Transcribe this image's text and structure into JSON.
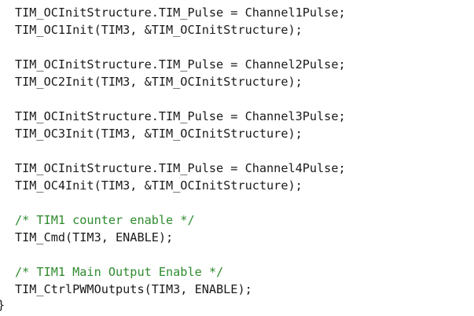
{
  "editor": {
    "lines": [
      {
        "text": "TIM_OCInitStructure.TIM_Pulse = Channel1Pulse;",
        "kind": "code"
      },
      {
        "text": "TIM_OC1Init(TIM3, &TIM_OCInitStructure);",
        "kind": "code"
      },
      {
        "text": "TIM_OCInitStructure.TIM_Pulse = Channel2Pulse;",
        "kind": "code"
      },
      {
        "text": "TIM_OC2Init(TIM3, &TIM_OCInitStructure);",
        "kind": "code"
      },
      {
        "text": "TIM_OCInitStructure.TIM_Pulse = Channel3Pulse;",
        "kind": "code"
      },
      {
        "text": "TIM_OC3Init(TIM3, &TIM_OCInitStructure);",
        "kind": "code"
      },
      {
        "text": "TIM_OCInitStructure.TIM_Pulse = Channel4Pulse;",
        "kind": "code"
      },
      {
        "text": "TIM_OC4Init(TIM3, &TIM_OCInitStructure);",
        "kind": "code"
      },
      {
        "text": "/* TIM1 counter enable */",
        "kind": "comment"
      },
      {
        "text": "TIM_Cmd(TIM3, ENABLE);",
        "kind": "code"
      },
      {
        "text": "/* TIM1 Main Output Enable */",
        "kind": "comment"
      },
      {
        "text": "TIM_CtrlPWMOutputs(TIM3, ENABLE);",
        "kind": "code"
      }
    ],
    "closing_brace": "}"
  },
  "colors": {
    "code": "#1a1a1a",
    "comment": "#2e8b2e",
    "background": "#ffffff"
  }
}
